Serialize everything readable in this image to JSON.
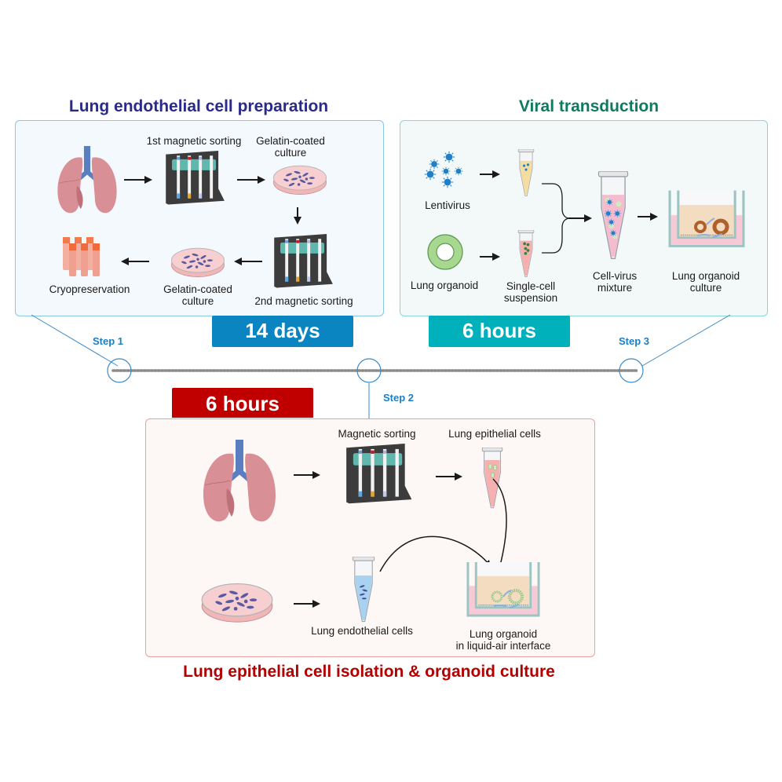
{
  "colors": {
    "endothelial_title": "#2a2a8c",
    "viral_title": "#0f7a5f",
    "epithelial_title": "#b30000",
    "badge_14days": "#0a85c2",
    "badge_6hours_viral": "#00b0bb",
    "badge_6hours_epithelial": "#c00000",
    "step_label": "#1b7fc4",
    "timeline_dots": "#8a8a8a"
  },
  "endothelial": {
    "title": "Lung endothelial cell preparation",
    "labels": {
      "sorting1": "1st magnetic sorting",
      "culture1_line1": "Gelatin-coated",
      "culture1_line2": "culture",
      "sorting2": "2nd magnetic sorting",
      "culture2_line1": "Gelatin-coated",
      "culture2_line2": "culture",
      "cryo": "Cryopreservation"
    },
    "duration": "14 days",
    "step": "Step 1"
  },
  "viral": {
    "title": "Viral transduction",
    "labels": {
      "lentivirus": "Lentivirus",
      "organoid": "Lung organoid",
      "suspension_line1": "Single-cell",
      "suspension_line2": "suspension",
      "mixture_line1": "Cell-virus",
      "mixture_line2": "mixture",
      "culture_line1": "Lung organoid",
      "culture_line2": "culture"
    },
    "duration": "6 hours",
    "step": "Step 3"
  },
  "epithelial": {
    "title": "Lung epithelial cell isolation & organoid culture",
    "labels": {
      "sorting": "Magnetic sorting",
      "epithelial_cells": "Lung epithelial cells",
      "endothelial_cells": "Lung endothelial cells",
      "ali_line1": "Lung organoid",
      "ali_line2": "in liquid-air interface"
    },
    "duration": "6 hours",
    "step": "Step 2"
  }
}
